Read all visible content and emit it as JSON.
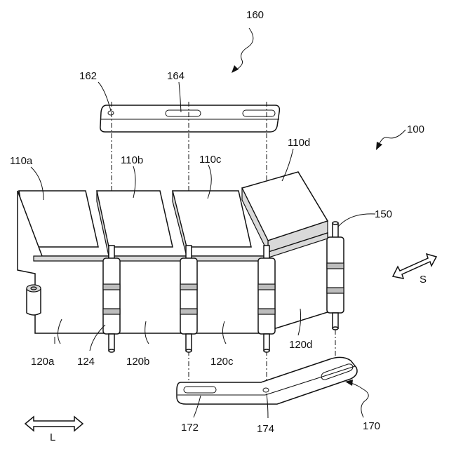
{
  "labels": {
    "assembly": "100",
    "cell_a": "110a",
    "cell_b": "110b",
    "cell_c": "110c",
    "cell_d": "110d",
    "holder_a": "120a",
    "holder_b": "120b",
    "holder_c": "120c",
    "holder_d": "120d",
    "hinge": "124",
    "pin": "150",
    "top_plate": "160",
    "top_hole": "162",
    "top_slot": "164",
    "bottom_plate": "170",
    "bottom_slot": "172",
    "bottom_hole": "174"
  },
  "directions": {
    "longitudinal": "L",
    "short": "S"
  }
}
